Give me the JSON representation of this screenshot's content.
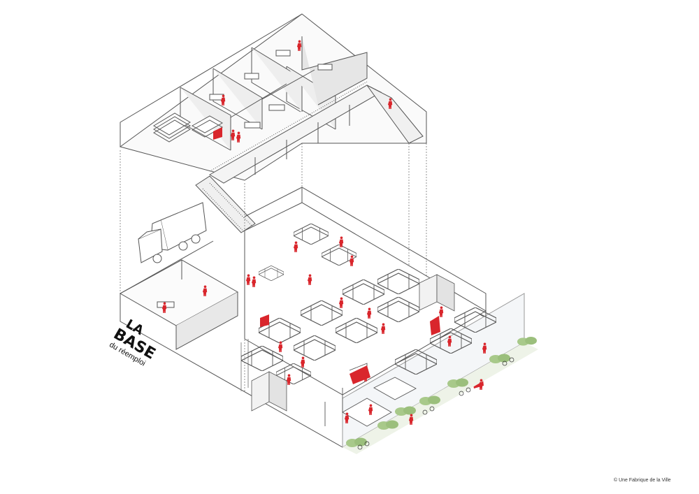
{
  "logo": {
    "line1": "LA",
    "line2": "BASE",
    "tagline": "du réemploi"
  },
  "credit": "© Une Fabrique de la Ville",
  "colors": {
    "accent": "#d9262c",
    "line": "#555555",
    "plant": "#a8c98a",
    "ground": "#eef3e8"
  },
  "icons": {
    "person": "person-icon",
    "truck": "truck-icon",
    "stairs": "staircase-icon",
    "pallet": "pallet-stack-icon"
  }
}
